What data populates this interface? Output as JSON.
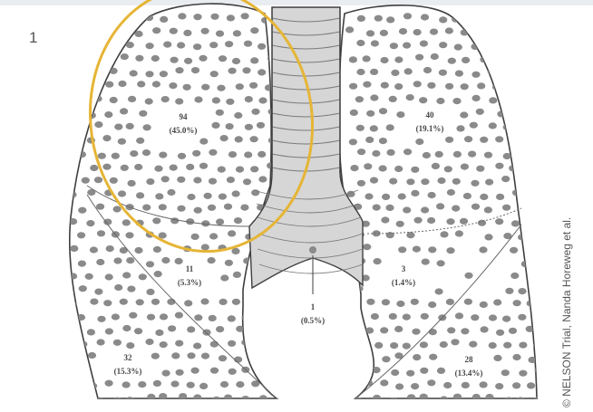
{
  "panel_number": "1",
  "credit": "© NELSON Trial, Nanda Horeweg et al.",
  "colors": {
    "highlight_ring": "#e6b536",
    "outline": "#3f3f3f",
    "dot": "#8a8a8a",
    "airway_fill": "#d6d6d6"
  },
  "regions": [
    {
      "id": "right-upper",
      "count": "94",
      "percent": "(45.0%)"
    },
    {
      "id": "left-upper",
      "count": "40",
      "percent": "(19.1%)"
    },
    {
      "id": "right-middle",
      "count": "11",
      "percent": "(5.3%)"
    },
    {
      "id": "left-lingula",
      "count": "3",
      "percent": "(1.4%)"
    },
    {
      "id": "central",
      "count": "1",
      "percent": "(0.5%)"
    },
    {
      "id": "right-lower",
      "count": "32",
      "percent": "(15.3%)"
    },
    {
      "id": "left-lower",
      "count": "28",
      "percent": "(13.4%)"
    }
  ]
}
